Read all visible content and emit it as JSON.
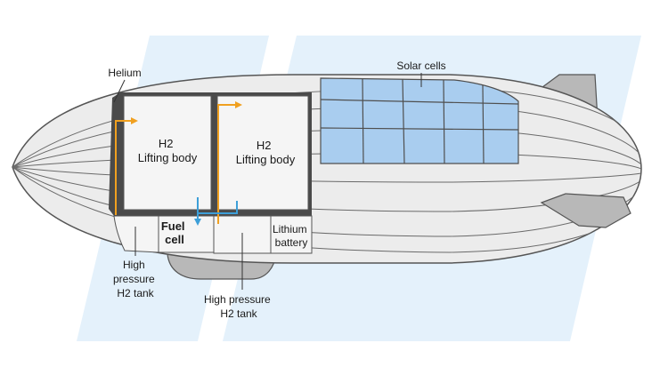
{
  "labels": {
    "helium": "Helium",
    "solar_cells": "Solar cells",
    "lifting_body_1": [
      "H2",
      "Lifting body"
    ],
    "lifting_body_2": [
      "H2",
      "Lifting body"
    ],
    "fuel_cell": [
      "Fuel",
      "cell"
    ],
    "lithium_battery": [
      "Lithium",
      "battery"
    ],
    "tank_left": [
      "High",
      "pressure",
      "H2 tank"
    ],
    "tank_right": [
      "High pressure",
      "H2 tank"
    ]
  },
  "colors": {
    "background_stripe": "#e4f1fb",
    "hull_fill": "#ececec",
    "hull_stroke": "#555555",
    "compartment_fill": "#f5f5f5",
    "frame": "#4a4a4a",
    "solar_fill": "#a9cdef",
    "solar_stroke": "#4f4f4f",
    "fin_fill": "#b8b8b8",
    "h2_flow_arrow": "#f0a020",
    "output_arrow": "#3d9fd8"
  }
}
